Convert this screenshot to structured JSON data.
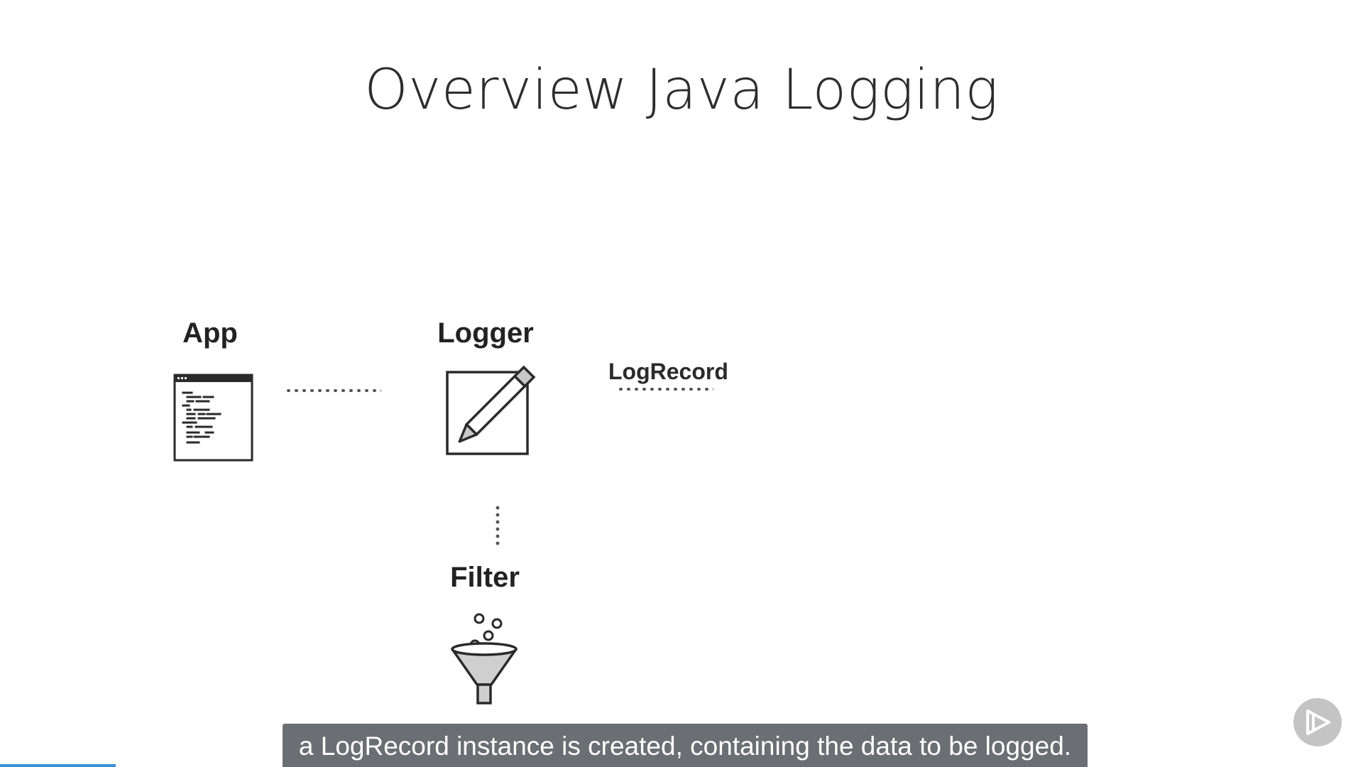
{
  "slide": {
    "title": "Overview Java Logging",
    "nodes": {
      "app": {
        "label": "App",
        "icon": "code-window-icon"
      },
      "logger": {
        "label": "Logger",
        "icon": "pencil-edit-icon"
      },
      "filter": {
        "label": "Filter",
        "icon": "funnel-filter-icon"
      }
    },
    "flow_label": "LogRecord"
  },
  "caption": {
    "text": "a LogRecord instance is created, containing the data to be logged."
  },
  "player": {
    "play_icon": "play-icon",
    "progress_fraction": 0.085,
    "accent_color": "#3b8fd6"
  }
}
